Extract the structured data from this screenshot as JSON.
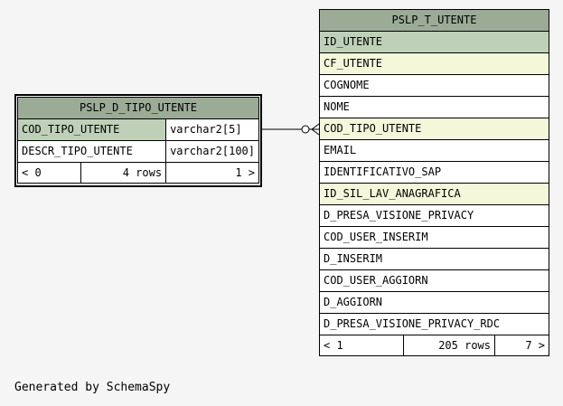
{
  "left_table": {
    "name": "PSLP_D_TIPO_UTENTE",
    "columns": [
      {
        "name": "COD_TIPO_UTENTE",
        "type": "varchar2[5]",
        "style": "pk"
      },
      {
        "name": "DESCR_TIPO_UTENTE",
        "type": "varchar2[100]",
        "style": "plain"
      }
    ],
    "footer": {
      "left": "< 0",
      "rows": "4 rows",
      "right": "1 >"
    }
  },
  "right_table": {
    "name": "PSLP_T_UTENTE",
    "columns": [
      {
        "name": "ID_UTENTE",
        "style": "pk"
      },
      {
        "name": "CF_UTENTE",
        "style": "fk"
      },
      {
        "name": "COGNOME",
        "style": "plain"
      },
      {
        "name": "NOME",
        "style": "plain"
      },
      {
        "name": "COD_TIPO_UTENTE",
        "style": "fk"
      },
      {
        "name": "EMAIL",
        "style": "plain"
      },
      {
        "name": "IDENTIFICATIVO_SAP",
        "style": "plain"
      },
      {
        "name": "ID_SIL_LAV_ANAGRAFICA",
        "style": "fk"
      },
      {
        "name": "D_PRESA_VISIONE_PRIVACY",
        "style": "plain"
      },
      {
        "name": "COD_USER_INSERIM",
        "style": "plain"
      },
      {
        "name": "D_INSERIM",
        "style": "plain"
      },
      {
        "name": "COD_USER_AGGIORN",
        "style": "plain"
      },
      {
        "name": "D_AGGIORN",
        "style": "plain"
      },
      {
        "name": "D_PRESA_VISIONE_PRIVACY_RDC",
        "style": "plain"
      }
    ],
    "footer": {
      "left": "< 1",
      "rows": "205 rows",
      "right": "7 >"
    }
  },
  "credit": "Generated by SchemaSpy",
  "colors": {
    "header": "#9bab96",
    "primary_key": "#bed1b8",
    "foreign_key": "#f4f7da",
    "background": "#f5f5f5"
  }
}
